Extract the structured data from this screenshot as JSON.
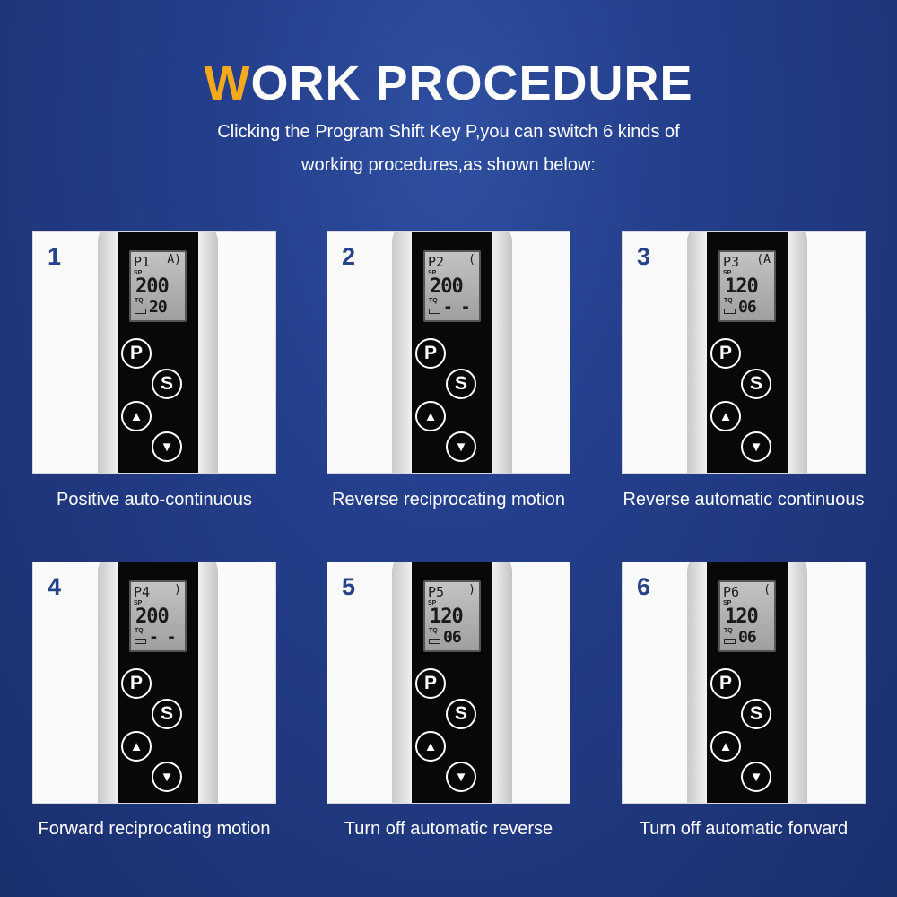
{
  "header": {
    "title_first": "W",
    "title_rest": "ORK PROCEDURE",
    "subtitle_line1": "Clicking the Program Shift Key P,you can switch 6 kinds of",
    "subtitle_line2": "working procedures,as shown below:"
  },
  "colors": {
    "background": "#243f8c",
    "accent": "#f5a81c",
    "number": "#26428a"
  },
  "buttons": {
    "p": "P",
    "s": "S",
    "up": "▲",
    "down": "▼"
  },
  "lcd_labels": {
    "sp": "SP",
    "tq": "TQ"
  },
  "procedures": [
    {
      "number": "1",
      "program": "P1",
      "indicator": "A)",
      "speed": "200",
      "torque": "20",
      "caption": "Positive auto-continuous"
    },
    {
      "number": "2",
      "program": "P2",
      "indicator": "(",
      "speed": "200",
      "torque": "- -",
      "caption": "Reverse reciprocating motion"
    },
    {
      "number": "3",
      "program": "P3",
      "indicator": "(A",
      "speed": "120",
      "torque": "06",
      "caption": "Reverse automatic continuous"
    },
    {
      "number": "4",
      "program": "P4",
      "indicator": ")",
      "speed": "200",
      "torque": "- -",
      "caption": "Forward reciprocating motion"
    },
    {
      "number": "5",
      "program": "P5",
      "indicator": ")",
      "speed": "120",
      "torque": "06",
      "caption": "Turn off automatic reverse"
    },
    {
      "number": "6",
      "program": "P6",
      "indicator": "(",
      "speed": "120",
      "torque": "06",
      "caption": "Turn off automatic forward"
    }
  ]
}
